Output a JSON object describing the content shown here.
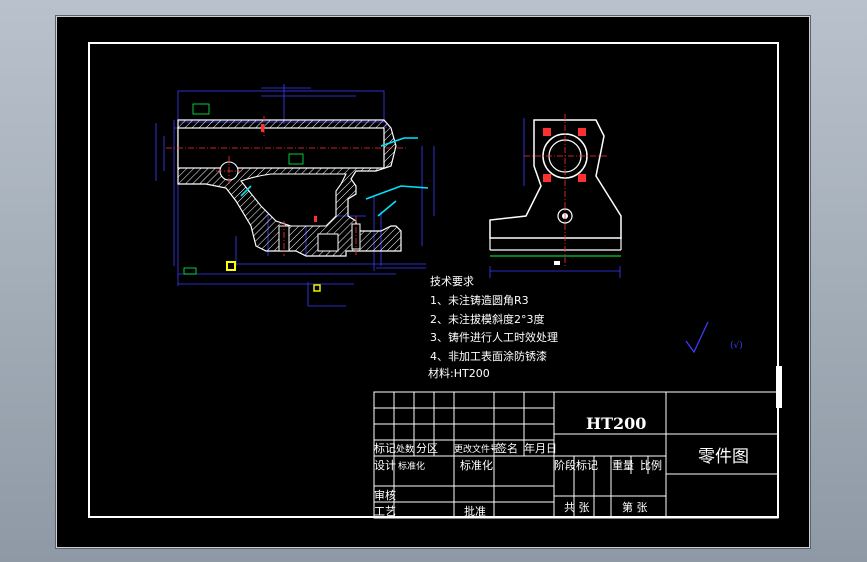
{
  "requirements": {
    "title": "技术要求",
    "items": [
      "1、未注铸造圆角R3",
      "2、未注拔模斜度2°3度",
      "3、铸件进行人工时效处理",
      "4、非加工表面涂防锈漆"
    ],
    "material": "材料:HT200"
  },
  "roughness": {
    "symbol_label": "(√)"
  },
  "title_block": {
    "material": "HT200",
    "drawing_name": "零件图",
    "row_marks": [
      "标记",
      "处数",
      "分区",
      "更改文件号",
      "签名",
      "年月日"
    ],
    "design": "设计",
    "standardization": "标准化",
    "stage_mark": "阶段标记",
    "weight": "重量",
    "scale": "比例",
    "check": "审核",
    "process": "工艺",
    "approve": "批准",
    "total_sheets": "共 张",
    "sheet_no": "第 张"
  },
  "colors": {
    "background": "#000000",
    "outline": "#ffffff",
    "dimension": "#3b3bff",
    "centerline": "#ff3030",
    "leader": "#00e5ff",
    "hatch": "#ffffff",
    "tolerance": "#00ff40",
    "marker": "#ffff00"
  }
}
